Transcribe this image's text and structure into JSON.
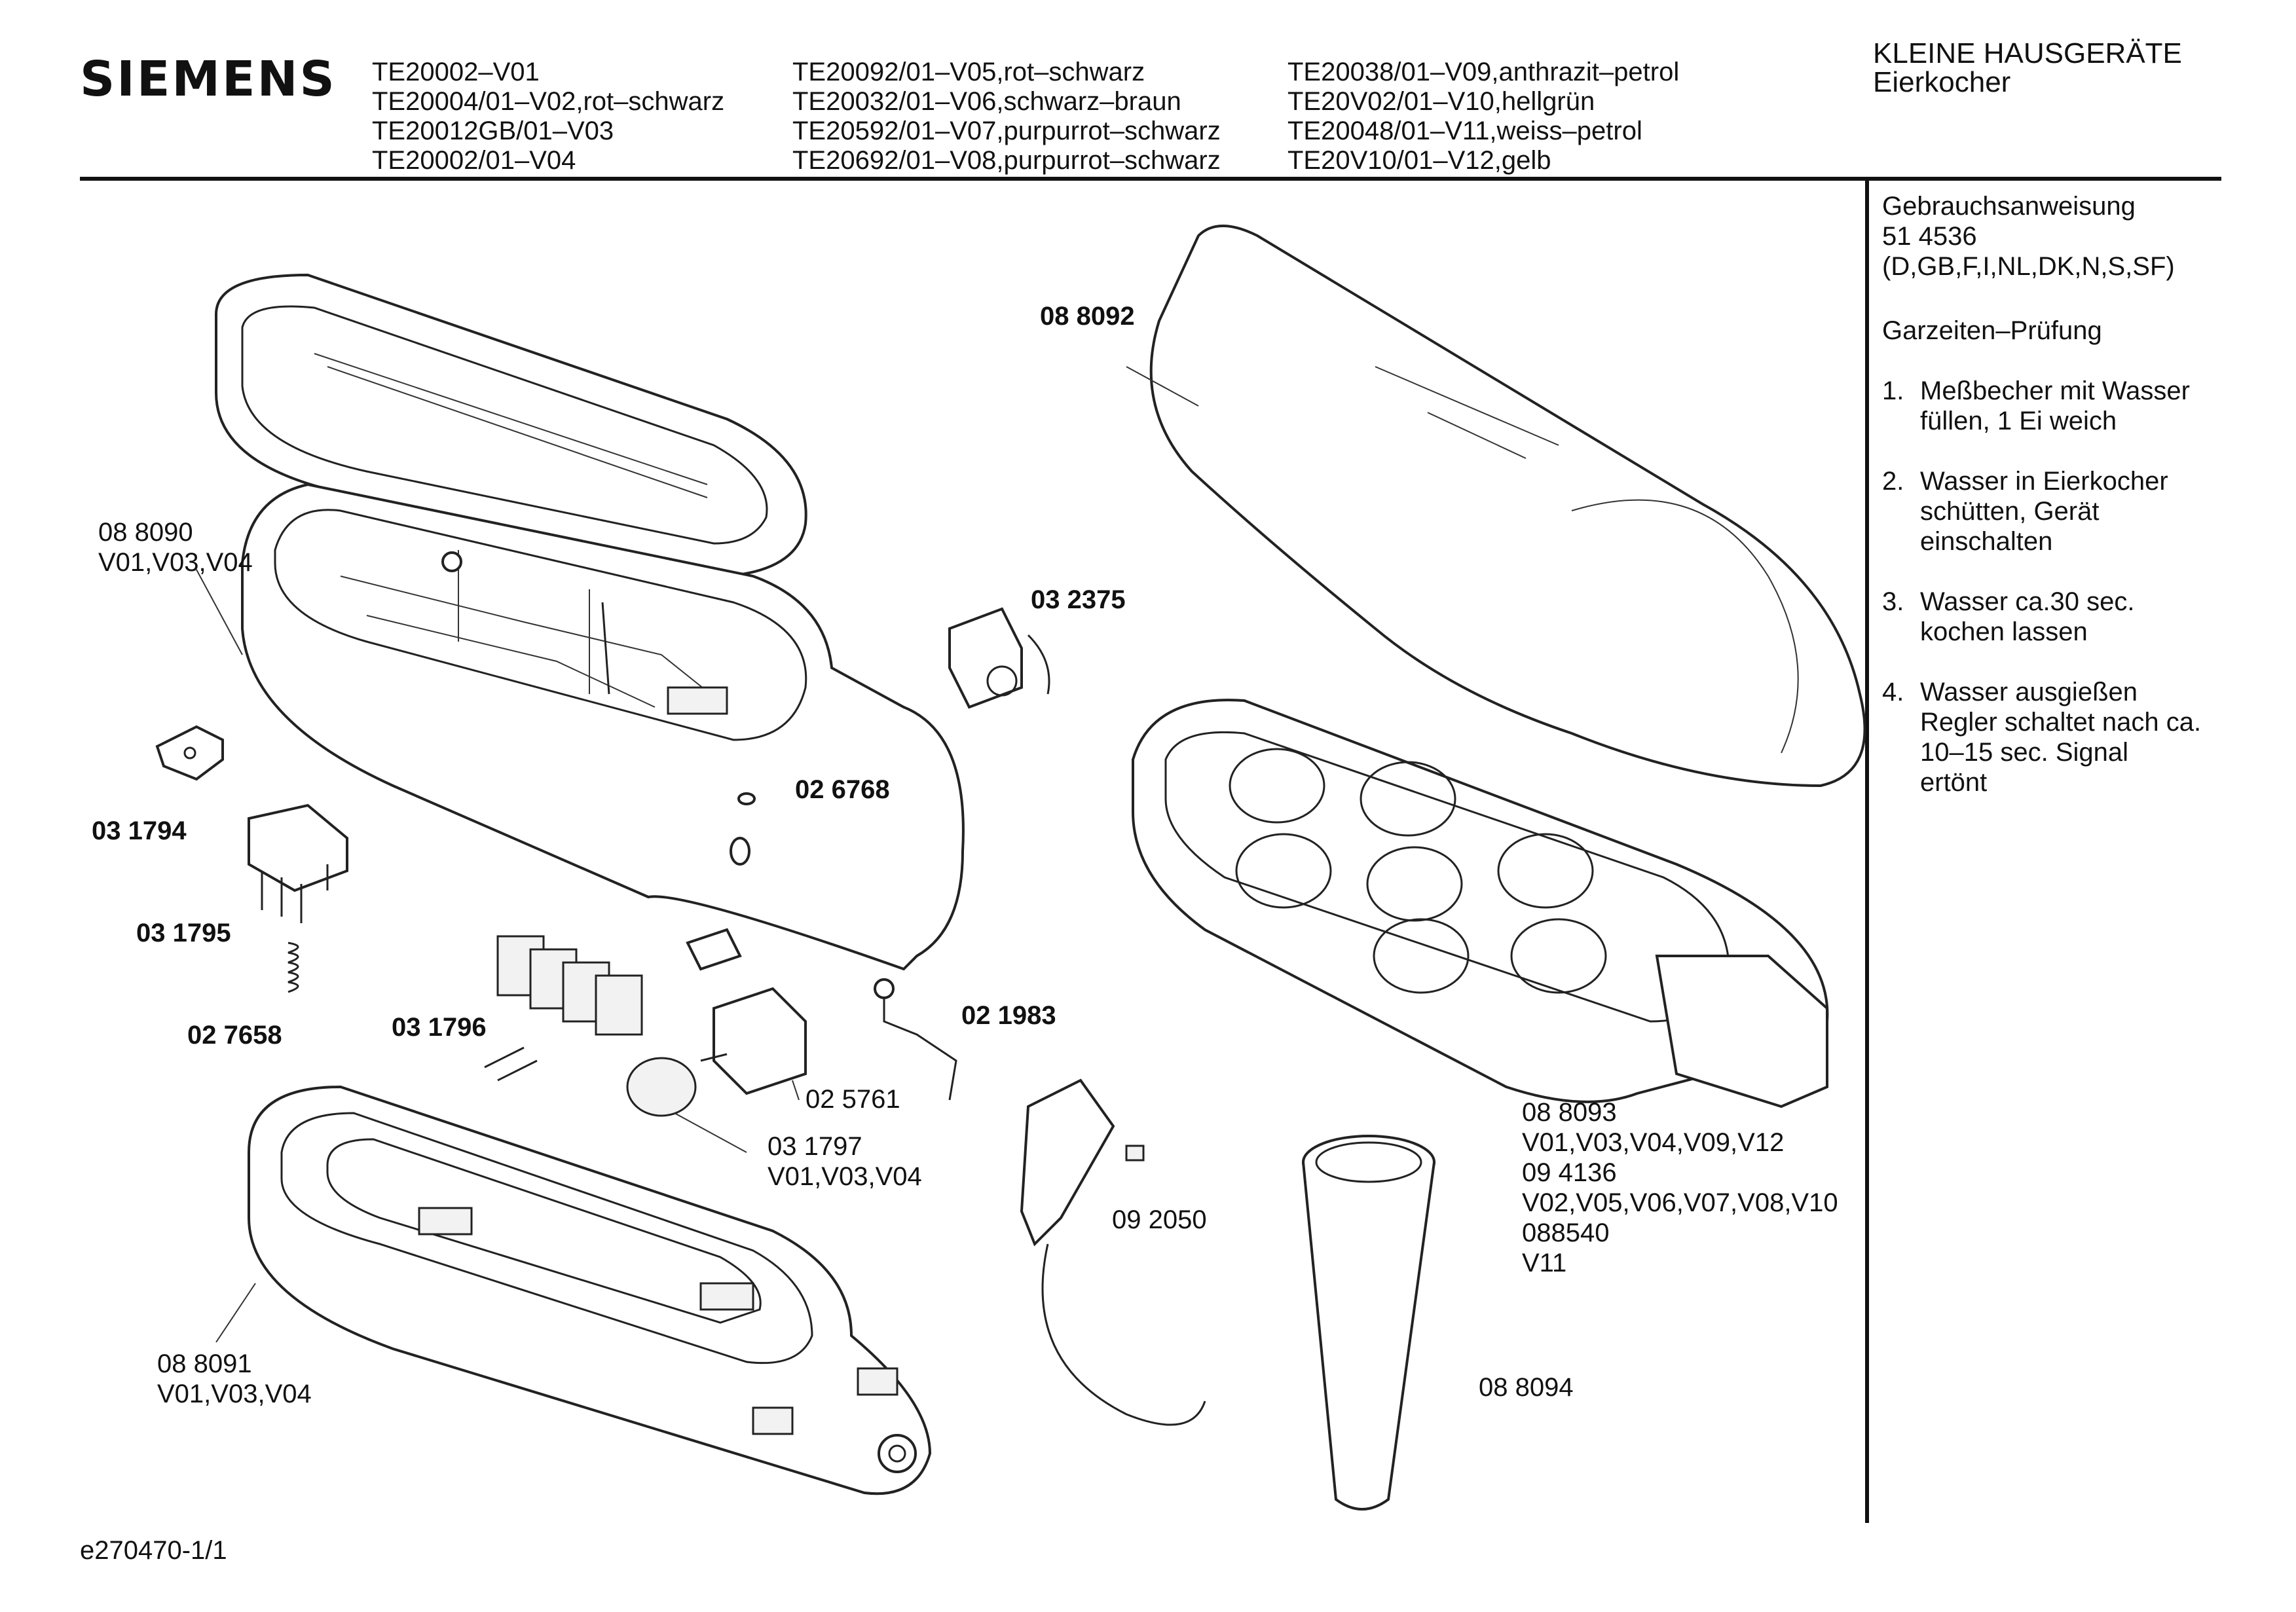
{
  "header": {
    "brand": "SIEMENS",
    "models_col1": [
      "TE20002–V01",
      "TE20004/01–V02,rot–schwarz",
      "TE20012GB/01–V03",
      "TE20002/01–V04"
    ],
    "models_col2": [
      "TE20092/01–V05,rot–schwarz",
      "TE20032/01–V06,schwarz–braun",
      "TE20592/01–V07,purpurrot–schwarz",
      "TE20692/01–V08,purpurrot–schwarz"
    ],
    "models_col3": [
      "TE20038/01–V09,anthrazit–petrol",
      "TE20V02/01–V10,hellgrün",
      "TE20048/01–V11,weiss–petrol",
      "TE20V10/01–V12,gelb"
    ],
    "category": "KLEINE HAUSGERÄTE",
    "product": "Eierkocher"
  },
  "sidebar": {
    "manual_title": "Gebrauchsanweisung",
    "manual_number": "51 4536",
    "manual_languages": "(D,GB,F,I,NL,DK,N,S,SF)",
    "test_title": "Garzeiten–Prüfung",
    "steps": [
      {
        "num": "1.",
        "text": "Meßbecher mit Wasser füllen, 1 Ei weich"
      },
      {
        "num": "2.",
        "text": "Wasser in Eierkocher schütten, Gerät einschalten"
      },
      {
        "num": "3.",
        "text": "Wasser ca.30 sec. kochen lassen"
      },
      {
        "num": "4.",
        "text": "Wasser ausgießen Regler schaltet nach ca. 10–15 sec. Signal ertönt"
      }
    ]
  },
  "parts": {
    "p088092": "08 8092",
    "p088090": "08 8090",
    "p088090_v": "V01,V03,V04",
    "p032375": "03 2375",
    "p026768": "02 6768",
    "p031794": "03 1794",
    "p031795": "03 1795",
    "p027658": "02 7658",
    "p031796": "03 1796",
    "p021983": "02 1983",
    "p025761": "02 5761",
    "p031797": "03 1797",
    "p031797_v": "V01,V03,V04",
    "p092050": "09 2050",
    "p088093": "08 8093",
    "p088093_v": "V01,V03,V04,V09,V12",
    "p094136": "09 4136",
    "p094136_v": "V02,V05,V06,V07,V08,V10",
    "p088540": "088540",
    "p088540_v": "V11",
    "p088091": "08 8091",
    "p088091_v": "V01,V03,V04",
    "p088094": "08 8094"
  },
  "footer": {
    "drawing_id": "e270470-1/1"
  }
}
